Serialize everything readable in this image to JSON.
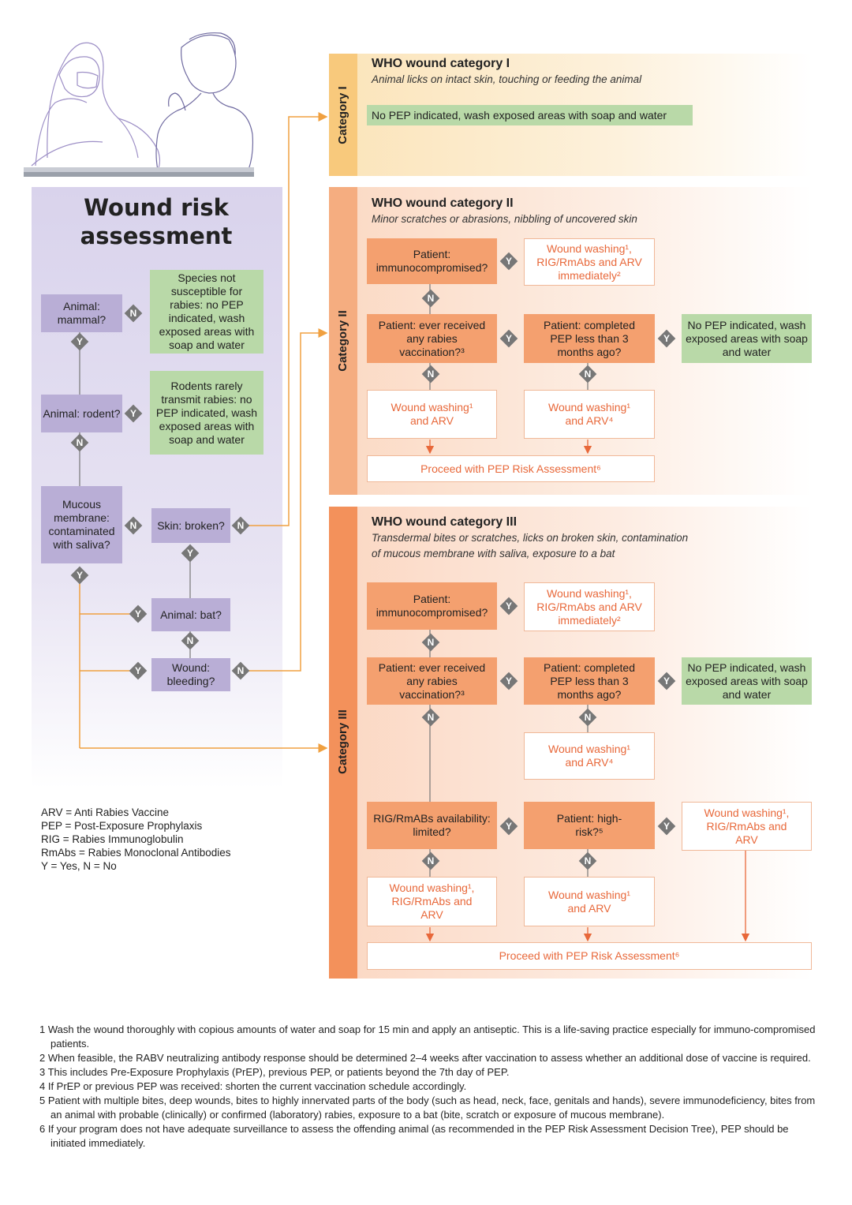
{
  "left": {
    "title_line1": "Wound risk",
    "title_line2": "assessment",
    "q_mammal": "Animal: mammal?",
    "q_rodent": "Animal: rodent?",
    "q_mucous": "Mucous membrane: contaminated with saliva?",
    "q_skin": "Skin: broken?",
    "q_bat": "Animal: bat?",
    "q_bleeding": "Wound: bleeding?",
    "g_species": "Species not susceptible for rabies: no PEP indicated, wash exposed areas with soap and water",
    "g_rodents": "Rodents rarely transmit rabies: no PEP indicated, wash exposed areas with soap and water"
  },
  "legend": [
    "ARV = Anti Rabies Vaccine",
    "PEP = Post-Exposure Prophylaxis",
    "RIG = Rabies Immunoglobulin",
    "RmAbs = Rabies Monoclonal Antibodies",
    "Y = Yes, N = No"
  ],
  "cat1": {
    "strip": "Category I",
    "title": "WHO wound category I",
    "subtitle": "Animal licks on intact skin, touching or feeding the animal",
    "green": "No PEP indicated, wash exposed areas with soap and water"
  },
  "cat2": {
    "strip": "Category II",
    "title": "WHO wound category II",
    "subtitle": "Minor scratches or abrasions, nibbling of uncovered skin",
    "q_immuno": "Patient: immunocompromised?",
    "q_vacc": "Patient: ever received any rabies vaccination?³",
    "q_completed": "Patient: completed PEP less than 3 months ago?",
    "w_rig": "Wound washing¹, RIG/RmAbs and ARV immediately²",
    "w_arv_left": "Wound washing¹ and ARV",
    "w_arv_right": "Wound washing¹ and ARV⁴",
    "green": "No PEP indicated, wash exposed areas with soap and water",
    "proceed": "Proceed with PEP Risk Assessment⁶"
  },
  "cat3": {
    "strip": "Category III",
    "title": "WHO wound category III",
    "subtitle1": "Transdermal bites or scratches, licks on broken skin, contamination",
    "subtitle2": "of mucous membrane with saliva, exposure to a bat",
    "q_immuno": "Patient: immunocompromised?",
    "q_vacc": "Patient: ever received any rabies vaccination?³",
    "q_completed": "Patient: completed PEP less than 3 months ago?",
    "q_rig": "RIG/RmABs availability: limited?",
    "q_highrisk": "Patient: high-risk?⁵",
    "w_rig_immediate": "Wound washing¹, RIG/RmAbs and ARV immediately²",
    "w_arv4": "Wound washing¹ and ARV⁴",
    "w_rig_right": "Wound washing¹, RIG/RmAbs and ARV",
    "w_rig_left": "Wound washing¹, RIG/RmAbs and ARV",
    "w_arv": "Wound washing¹ and ARV",
    "green": "No PEP indicated, wash exposed areas with soap and water",
    "proceed": "Proceed with PEP Risk Assessment⁶"
  },
  "badges": {
    "yes": "Y",
    "no": "N"
  },
  "footnotes": [
    "1 Wash the wound thoroughly with copious amounts of water and soap for 15 min and apply an antiseptic. This is a life-saving practice especially for immuno-compromised patients.",
    "2 When feasible, the RABV neutralizing antibody response should be determined 2–4 weeks after vaccination to assess whether an additional dose of vaccine is required.",
    "3 This includes Pre-Exposure Prophylaxis (PrEP), previous PEP, or patients beyond the 7th day of PEP.",
    "4 If PrEP or previous PEP was received: shorten the current vaccination schedule accordingly.",
    "5 Patient with multiple bites, deep wounds, bites to highly innervated parts of the body (such as head, neck, face, genitals and hands), severe immunodeficiency, bites from an animal with probable (clinically) or confirmed (laboratory) rabies, exposure to a bat (bite, scratch or exposure of mucous membrane).",
    "6 If your program does not have adequate surveillance to assess the offending animal (as recommended in the PEP Risk Assessment Decision Tree), PEP should be initiated immediately."
  ],
  "colors": {
    "purple_panel": "#d9d3ec",
    "purple_box": "#b9aed6",
    "green_box": "#b9d9a8",
    "orange_box": "#f4a06f",
    "orange_text": "#e8683a",
    "arrow_orange": "#f0a040",
    "line_gray": "#777777"
  }
}
